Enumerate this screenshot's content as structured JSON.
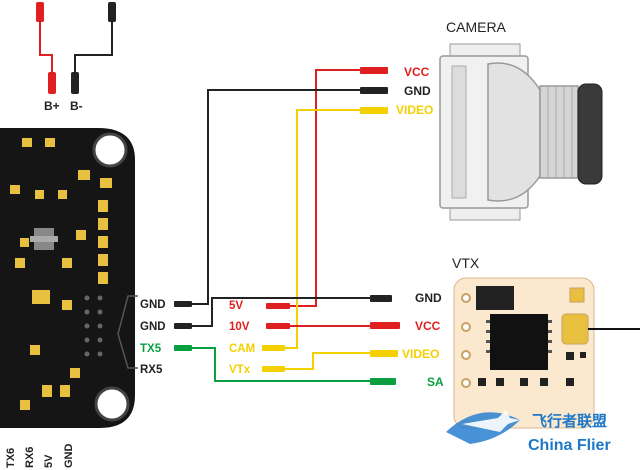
{
  "battery": {
    "pos_label": "B+",
    "neg_label": "B-"
  },
  "camera": {
    "title": "CAMERA",
    "pins": [
      {
        "label": "VCC",
        "color": "#e02020"
      },
      {
        "label": "GND",
        "color": "#222222"
      },
      {
        "label": "VIDEO",
        "color": "#f5d000"
      }
    ]
  },
  "vtx": {
    "title": "VTX",
    "pins": [
      {
        "label": "GND",
        "color": "#222222"
      },
      {
        "label": "VCC",
        "color": "#e02020"
      },
      {
        "label": "VIDEO",
        "color": "#f5d000"
      },
      {
        "label": "SA",
        "color": "#0aa040"
      }
    ]
  },
  "fc": {
    "side_pins": [
      {
        "label": "GND",
        "color": "#222222"
      },
      {
        "label": "GND",
        "color": "#222222"
      },
      {
        "label": "TX5",
        "color": "#0aa040"
      },
      {
        "label": "RX5",
        "color": "#222222"
      }
    ],
    "middle_pins": [
      {
        "label": "5V",
        "color": "#e02020"
      },
      {
        "label": "10V",
        "color": "#e02020"
      },
      {
        "label": "CAM",
        "color": "#f5d000"
      },
      {
        "label": "VTx",
        "color": "#f5d000"
      }
    ],
    "bottom_pins": [
      "TX6",
      "RX6",
      "5V",
      "GND"
    ]
  },
  "watermark": {
    "cn": "飞行者联盟",
    "en": "China Flier"
  }
}
